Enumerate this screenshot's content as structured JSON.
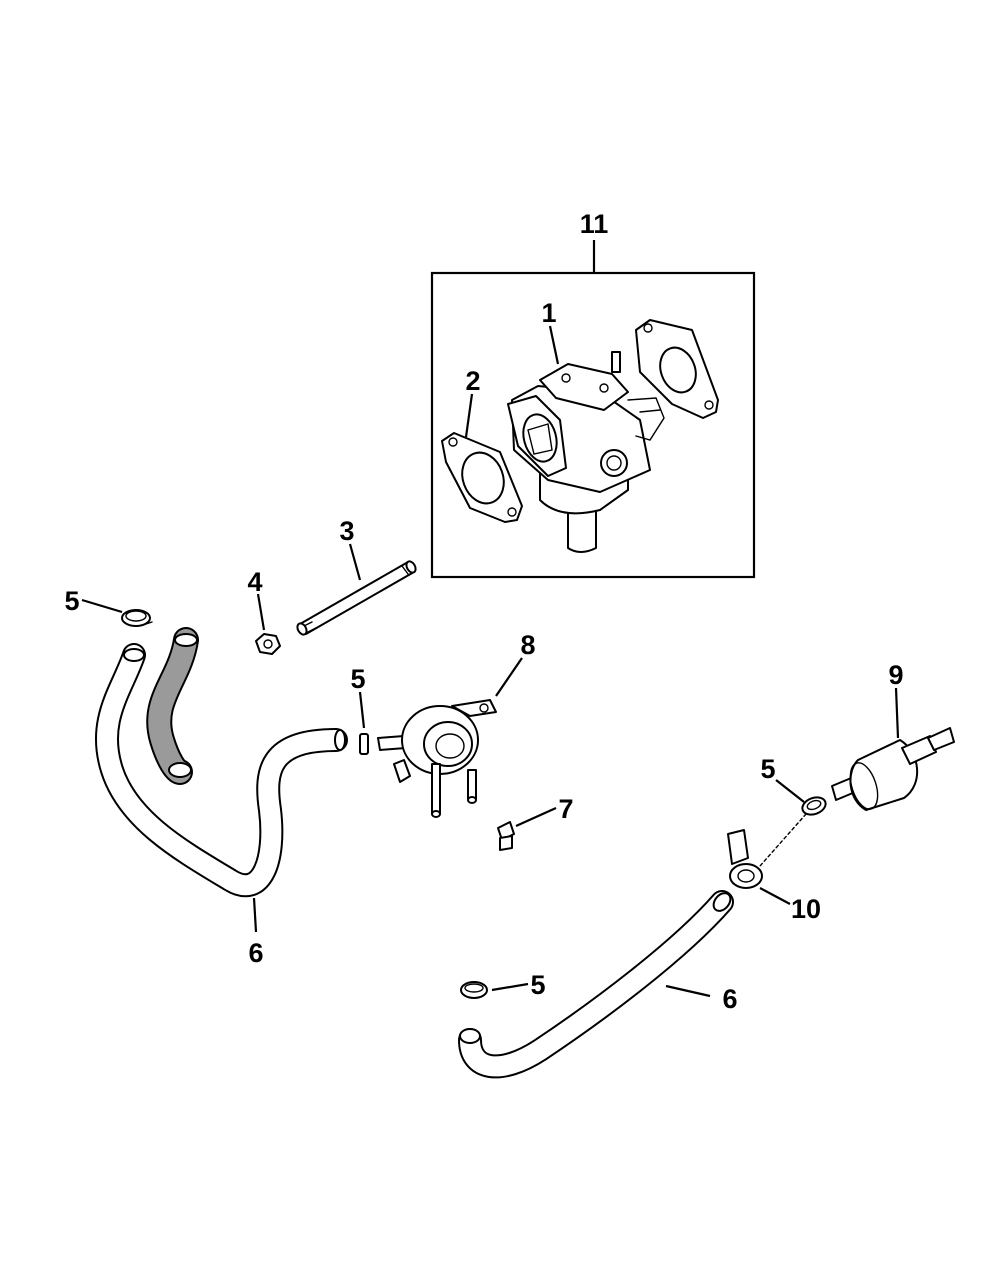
{
  "callouts": {
    "c1": "1",
    "c2": "2",
    "c3": "3",
    "c4": "4",
    "c5a": "5",
    "c5b": "5",
    "c5c": "5",
    "c5d": "5",
    "c6a": "6",
    "c6b": "6",
    "c7": "7",
    "c8": "8",
    "c9": "9",
    "c10": "10",
    "c11": "11"
  },
  "parts": [
    {
      "ref": "1",
      "name": "carburetor"
    },
    {
      "ref": "2",
      "name": "gasket"
    },
    {
      "ref": "3",
      "name": "stud"
    },
    {
      "ref": "4",
      "name": "nut"
    },
    {
      "ref": "5",
      "name": "hose-clamp"
    },
    {
      "ref": "6",
      "name": "fuel-hose"
    },
    {
      "ref": "7",
      "name": "screw"
    },
    {
      "ref": "8",
      "name": "fuel-pump"
    },
    {
      "ref": "9",
      "name": "fuel-filter"
    },
    {
      "ref": "10",
      "name": "hose-clip"
    },
    {
      "ref": "11",
      "name": "carburetor-kit"
    }
  ]
}
